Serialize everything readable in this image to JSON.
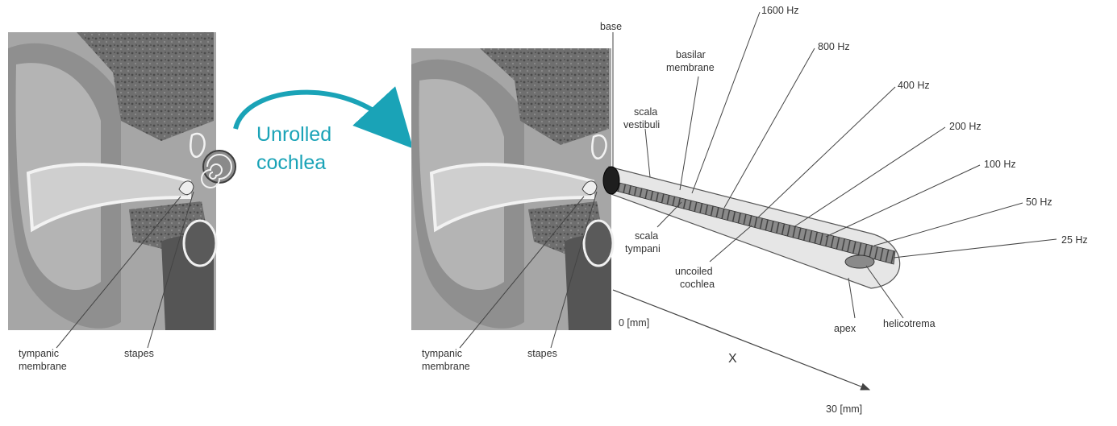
{
  "colors": {
    "accent": "#1aa3b7",
    "skin": "#9a9a9a",
    "skin_dark": "#6e6e6e",
    "canal": "#bdbdbd",
    "bone": "#5c5c5c",
    "tube": "#e6e6e6",
    "line": "#444444"
  },
  "left_diagram": {
    "labels": {
      "tympanic_1": "tympanic",
      "tympanic_2": "membrane",
      "stapes": "stapes"
    }
  },
  "transition": {
    "label_line1": "Unrolled",
    "label_line2": "cochlea",
    "arrow_icon": "curved-arrow-icon"
  },
  "right_diagram": {
    "labels": {
      "tympanic_1": "tympanic",
      "tympanic_2": "membrane",
      "stapes": "stapes",
      "base": "base",
      "basilar_1": "basilar",
      "basilar_2": "membrane",
      "vestibuli_1": "scala",
      "vestibuli_2": "vestibuli",
      "tympani_1": "scala",
      "tympani_2": "tympani",
      "uncoiled_1": "uncoiled",
      "uncoiled_2": "cochlea",
      "apex": "apex",
      "helicotrema": "helicotrema"
    },
    "frequencies": [
      "1600 Hz",
      "800 Hz",
      "400 Hz",
      "200 Hz",
      "100 Hz",
      "50 Hz",
      "25 Hz"
    ],
    "axis": {
      "start_label": "0 [mm]",
      "end_label": "30 [mm]",
      "variable": "X"
    }
  }
}
